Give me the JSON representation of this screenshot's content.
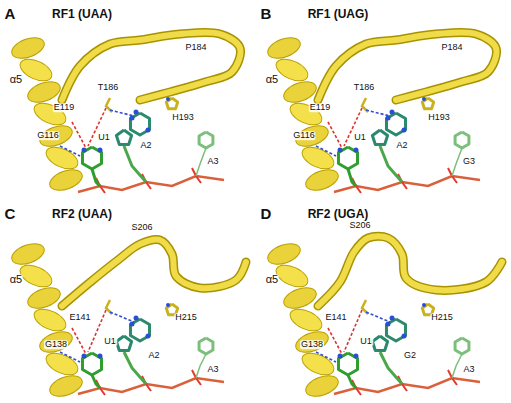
{
  "diagram": {
    "labels": [
      "A",
      "RF1 (UAA)",
      "α5",
      "P184",
      "T186",
      "E119",
      "H193",
      "G116",
      "U1",
      "A2",
      "A3",
      "B",
      "RF1 (UAG)",
      "α5",
      "P184",
      "T186",
      "E119",
      "H193",
      "G116",
      "U1",
      "A2",
      "G3",
      "C",
      "RF2 (UAA)",
      "α5",
      "S206",
      "E141",
      "H215",
      "G138",
      "U1",
      "A2",
      "A3",
      "D",
      "RF2 (UGA)",
      "α5",
      "S206",
      "E141",
      "H215",
      "G138",
      "U1",
      "G2",
      "A3"
    ]
  }
}
